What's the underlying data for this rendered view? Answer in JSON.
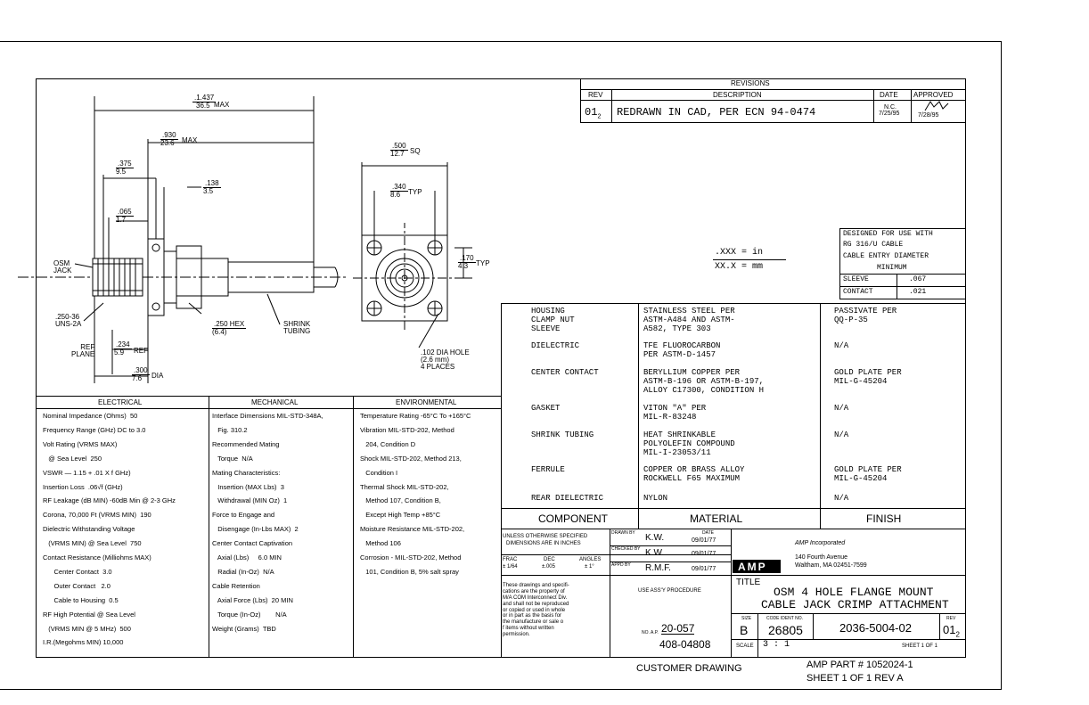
{
  "revisions": {
    "title": "REVISIONS",
    "col_rev": "REV",
    "col_desc": "DESCRIPTION",
    "col_date": "DATE",
    "col_approved": "APPROVED",
    "row_rev": "01",
    "row_rev_sub": "2",
    "row_desc": "REDRAWN IN CAD, PER ECN 94-0474",
    "row_date_top": "N.C.",
    "row_date": "7/25/95",
    "row_approved": "7/28/95"
  },
  "dims": {
    "d1437": ".1.437",
    "d1437_mm": "36.5",
    "max1": "MAX",
    "d930": ".930",
    "d930_mm": "23.6",
    "max2": "MAX",
    "d375": ".375",
    "d375_mm": "9.5",
    "d138": ".138",
    "d138_mm": "3.5",
    "d065": ".065",
    "d065_mm": "1.7",
    "osm_jack_1": "OSM",
    "osm_jack_2": "JACK",
    "thread_1": ".250-36",
    "thread_2": "UNS-2A",
    "hex_1": ".250 HEX",
    "hex_2": "(6.4)",
    "shrink_1": "SHRINK",
    "shrink_2": "TUBING",
    "ref_plane_1": "REF",
    "ref_plane_2": "PLANE",
    "d234": ".234",
    "d234_mm": "5.9",
    "ref": "REF",
    "d300": ".300",
    "d300_mm": "7.6",
    "dia": "DIA",
    "d500": ".500",
    "d500_mm": "12.7",
    "sq": "SQ",
    "d340": ".340",
    "d340_mm": "8.6",
    "typ1": "TYP",
    "d170": ".170",
    "d170_mm": "4.3",
    "typ2": "TYP",
    "hole_1": ".102 DIA HOLE",
    "hole_2": "(2.6 mm)",
    "hole_3": "4 PLACES"
  },
  "units": {
    "in": ".XXX  =  in",
    "mm": "XX.X  =  mm"
  },
  "designed": {
    "line1": "DESIGNED FOR USE WITH",
    "line2": "RG 316/U CABLE",
    "line3": "CABLE ENTRY DIAMETER",
    "line4": "MINIMUM",
    "sleeve_label": "SLEEVE",
    "sleeve_val": ".067",
    "contact_label": "CONTACT",
    "contact_val": ".021"
  },
  "materials": {
    "rows": [
      {
        "comp": "HOUSING\nCLAMP NUT\nSLEEVE",
        "mat": "STAINLESS STEEL PER\nASTM-A484 AND ASTM-\nA582, TYPE 303",
        "fin": "PASSIVATE PER\nQQ-P-35"
      },
      {
        "comp": "DIELECTRIC",
        "mat": "TFE FLUOROCARBON\nPER ASTM-D-1457",
        "fin": "N/A"
      },
      {
        "comp": "CENTER CONTACT",
        "mat": "BERYLLIUM COPPER PER\nASTM-B-196 OR ASTM-B-197,\nALLOY C17300, CONDITION H",
        "fin": "GOLD PLATE PER\nMIL-G-45204"
      },
      {
        "comp": "GASKET",
        "mat": "VITON \"A\" PER\nMIL-R-83248",
        "fin": "N/A"
      },
      {
        "comp": "SHRINK TUBING",
        "mat": "HEAT SHRINKABLE\nPOLYOLEFIN COMPOUND\nMIL-I-23053/11",
        "fin": "N/A"
      },
      {
        "comp": "FERRULE",
        "mat": "COPPER OR BRASS ALLOY\nROCKWELL F65 MAXIMUM",
        "fin": "GOLD PLATE PER\nMIL-G-45204"
      },
      {
        "comp": "REAR DIELECTRIC",
        "mat": "NYLON",
        "fin": "N/A"
      }
    ],
    "h_component": "COMPONENT",
    "h_material": "MATERIAL",
    "h_finish": "FINISH"
  },
  "specs": {
    "electrical_title": "ELECTRICAL",
    "mechanical_title": "MECHANICAL",
    "environmental_title": "ENVIRONMENTAL",
    "electrical": [
      "Nominal Impedance (Ohms)  50",
      "Frequency Range (GHz) DC to 3.0",
      "Volt Rating (VRMS MAX)",
      "   @ Sea Level  250",
      "VSWR — 1.15 + .01 X f GHz)",
      "Insertion Loss  .06√f (GHz)",
      "RF Leakage (dB MIN) -60dB Min @ 2-3 GHz",
      "Corona, 70,000 Ft (VRMS MIN)  190",
      "Dielectric Withstanding Voltage",
      "   (VRMS MIN) @ Sea Level  750",
      "Contact Resistance (Milliohms MAX)",
      "      Center Contact  3.0",
      "      Outer Contact   2.0",
      "      Cable to Housing  0.5",
      "RF High Potential @ Sea Level",
      "   (VRMS MIN @ 5 MHz)  500",
      "I.R.(Megohms MIN) 10,000"
    ],
    "mechanical": [
      "Interface Dimensions MIL-STD-348A,",
      "   Fig. 310.2",
      "Recommended Mating",
      "   Torque  N/A",
      "Mating Characteristics:",
      "   Insertion (MAX Lbs)  3",
      "   Withdrawal (MIN Oz)  1",
      "Force to Engage and",
      "   Disengage (In-Lbs MAX)  2",
      "Center Contact Captivation",
      "   Axial (Lbs)     6.0 MIN",
      "   Radial (In-Oz)  N/A",
      "Cable Retention",
      "   Axial Force (Lbs)  20 MIN",
      "   Torque (In-Oz)        N/A",
      "Weight (Grams)  TBD"
    ],
    "environmental": [
      "Temperature Rating -65°C To +165°C",
      "Vibration MIL-STD-202, Method",
      "   204, Condition D",
      "Shock MIL-STD-202, Method 213,",
      "   Condition I",
      "Thermal Shock MIL-STD-202,",
      "   Method 107, Condition B,",
      "   Except High Temp +85°C",
      "Moisture Resistance MIL-STD-202,",
      "   Method 106",
      "Corrosion - MIL-STD-202, Method",
      "   101, Condition B, 5% salt spray"
    ]
  },
  "titleblock": {
    "unless_1": "UNLESS OTHERWISE SPECIFIED",
    "unless_2": "DIMENSIONS ARE IN INCHES",
    "frac": "FRAC",
    "dec": "DEC",
    "angles": "ANGLES",
    "frac_v": "± 1/64",
    "dec_v": "±.005",
    "angles_v": "± 1°",
    "drawn_by": "DRAWN BY",
    "drawn_name": "K.W.",
    "date_label": "DATE",
    "drawn_date": "09/01/77",
    "checked_by": "CHECKED BY",
    "checked_name": "K.W.",
    "checked_date": "09/01/77",
    "appd_by": "APPD BY",
    "appd_name": "R.M.F.",
    "appd_date": "09/01/77",
    "logo": "AMP",
    "company_1": "AMP Incorporated",
    "company_2": "140 Fourth Avenue",
    "company_3": "Waltham, MA 02451-7599",
    "notice": "These drawings and specifi-\ncations are the property of\nM/A COM Interconnect Div.\nand shall not be reproduced\nor copied or used in whole\nor in part as the basis for\nthe manufacture or sale o\nf items without written\npermission.",
    "use_assy": "USE ASS'Y PROCEDURE",
    "no_ap_label": "NO. A.P.",
    "no_ap": "20-057",
    "ap2": "408-04808",
    "title_label": "TITLE",
    "title_1": "OSM 4 HOLE FLANGE MOUNT",
    "title_2": "CABLE JACK CRIMP ATTACHMENT",
    "size_label": "SIZE",
    "size": "B",
    "code_label": "CODE IDENT NO.",
    "code": "26805",
    "dwg_no": "2036-5004-02",
    "rev_label": "REV",
    "rev": "01",
    "rev_sub": "2",
    "scale_label": "SCALE",
    "scale": "3 : 1",
    "sheet": "SHEET  1  OF  1"
  },
  "footer": {
    "customer": "CUSTOMER DRAWING",
    "part": "AMP PART # 1052024-1",
    "sheet": "SHEET 1 OF 1  REV A"
  }
}
